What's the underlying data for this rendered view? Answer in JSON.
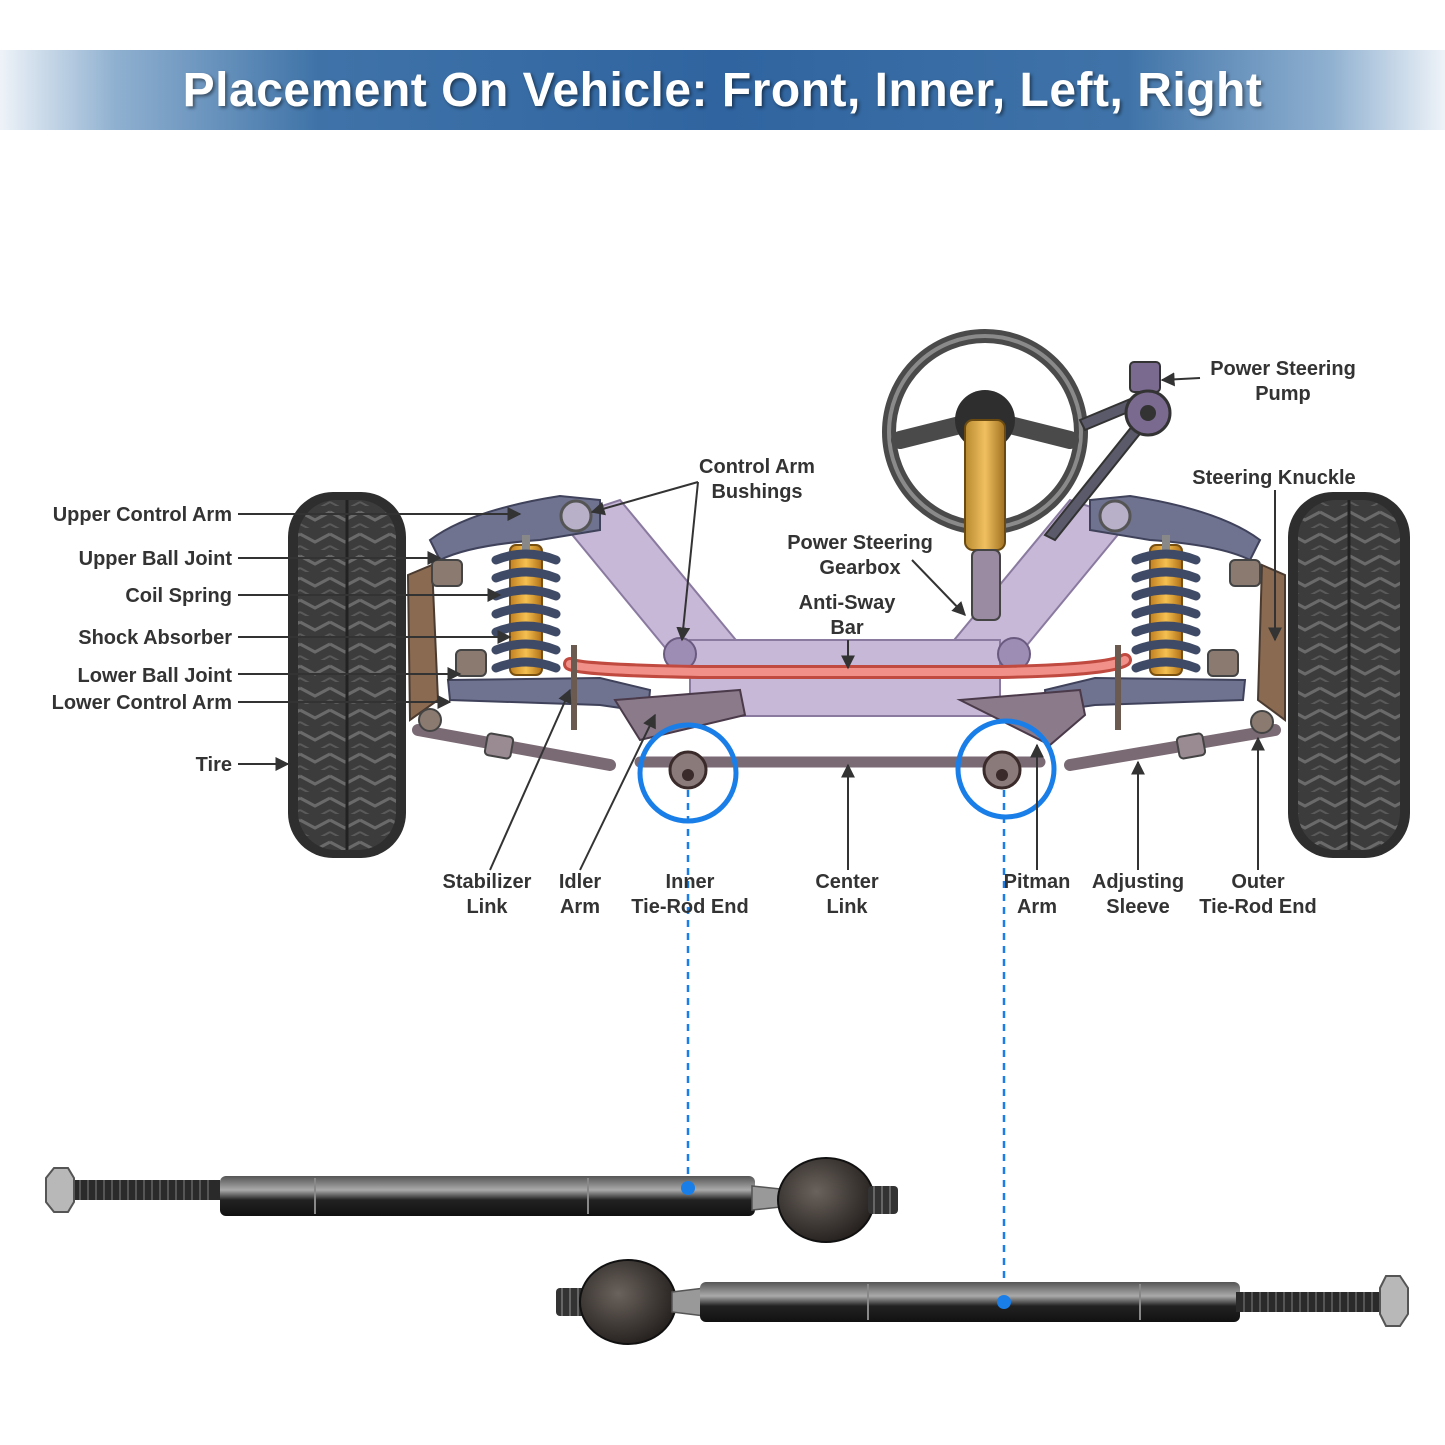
{
  "banner": {
    "title": "Placement On Vehicle: Front, Inner, Left, Right"
  },
  "labels": {
    "upper_control_arm": "Upper Control Arm",
    "upper_ball_joint": "Upper Ball Joint",
    "coil_spring": "Coil Spring",
    "shock_absorber": "Shock Absorber",
    "lower_ball_joint": "Lower Ball Joint",
    "lower_control_arm": "Lower Control Arm",
    "tire": "Tire",
    "control_arm_bushings": [
      "Control Arm",
      "Bushings"
    ],
    "power_steering_gearbox": [
      "Power Steering",
      "Gearbox"
    ],
    "anti_sway_bar": [
      "Anti-Sway",
      "Bar"
    ],
    "power_steering_pump": [
      "Power Steering",
      "Pump"
    ],
    "steering_knuckle": "Steering Knuckle",
    "stabilizer_link": [
      "Stabilizer",
      "Link"
    ],
    "idler_arm": [
      "Idler",
      "Arm"
    ],
    "inner_tie_rod_end": [
      "Inner",
      "Tie-Rod End"
    ],
    "center_link": [
      "Center",
      "Link"
    ],
    "pitman_arm": [
      "Pitman",
      "Arm"
    ],
    "adjusting_sleeve": [
      "Adjusting",
      "Sleeve"
    ],
    "outer_tie_rod_end": [
      "Outer",
      "Tie-Rod End"
    ]
  },
  "colors": {
    "banner": "#2f64a0",
    "highlight": "#1a7ee8",
    "frame": "#c6b8d6",
    "arm": "#6f7390",
    "sway_bar": "#e88078",
    "spring": "#3f4a66",
    "shock": "#f0b030",
    "tire": "#3a3a3a",
    "rod": "#2a2a2a"
  }
}
